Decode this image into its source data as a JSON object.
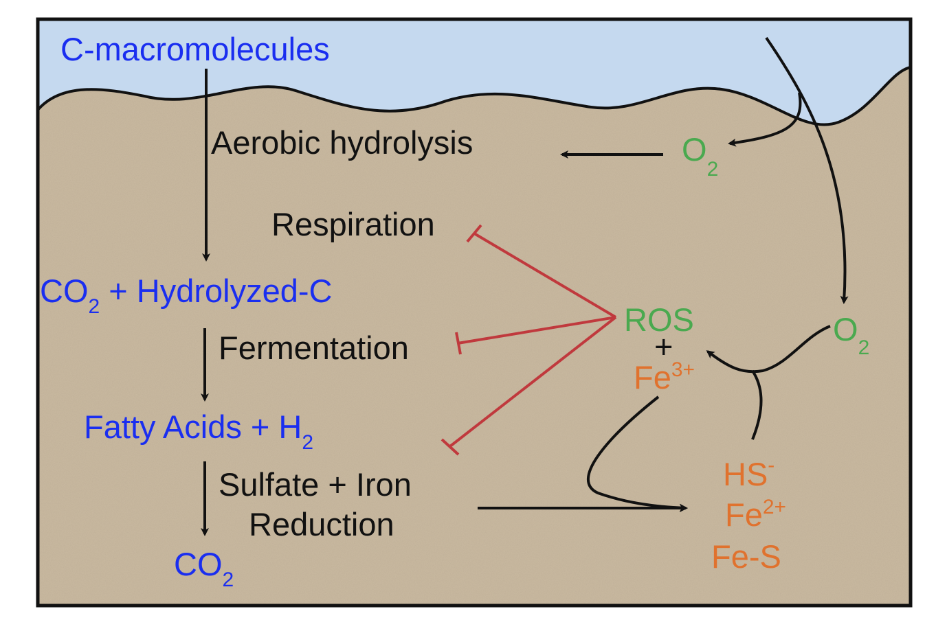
{
  "colors": {
    "water": "#c5d9ef",
    "sediment": "#c9b9a0",
    "carbon_text": "#1a2ef0",
    "oxygen_text": "#4aa94f",
    "iron_sulfur_text": "#e0722e",
    "inhibition": "#c0393d",
    "arrow": "#111111"
  },
  "carbon_chain": {
    "c_macromolecules": "C-macromolecules",
    "co2_hydrolyzed": {
      "main": "CO",
      "sub": "2",
      "rest": " + Hydrolyzed-C"
    },
    "fatty_acids": {
      "main": "Fatty Acids + H",
      "sub": "2"
    },
    "co2_final": {
      "main": "CO",
      "sub": "2"
    }
  },
  "processes": {
    "aerobic_hydrolysis": "Aerobic hydrolysis",
    "respiration": "Respiration",
    "fermentation": "Fermentation",
    "sulfate_iron_line1": "Sulfate + Iron",
    "sulfate_iron_line2": "Reduction"
  },
  "oxygen": {
    "o2_top": {
      "main": "O",
      "sub": "2"
    },
    "o2_right": {
      "main": "O",
      "sub": "2"
    }
  },
  "oxidants": {
    "ros": "ROS",
    "plus": "+",
    "fe3": {
      "main": "Fe",
      "sup": "3+"
    }
  },
  "reduced_species": {
    "hs": {
      "main": "HS",
      "sup": "-"
    },
    "fe2": {
      "main": "Fe",
      "sup": "2+"
    },
    "fes": "Fe-S"
  }
}
